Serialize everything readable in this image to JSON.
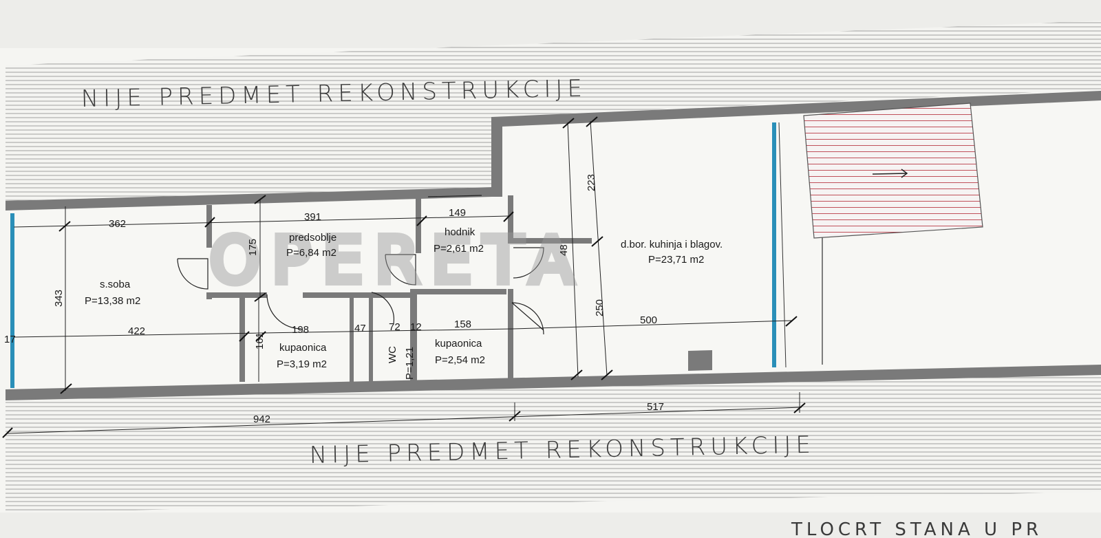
{
  "banners": {
    "top": "NIJE PREDMET REKONSTRUKCIJE",
    "bottom": "NIJE PREDMET REKONSTRUKCIJE"
  },
  "watermark": "OPERETA",
  "footer_partial": "TLOCRT STANA U PR",
  "rooms": {
    "soba": {
      "name": "s.soba",
      "area": "P=13,38 m2"
    },
    "predsoblje": {
      "name": "predsoblje",
      "area": "P=6,84 m2"
    },
    "hodnik": {
      "name": "hodnik",
      "area": "P=2,61 m2"
    },
    "dnevni": {
      "name": "d.bor. kuhinja i blagov.",
      "area": "P=23,71 m2"
    },
    "kupaonica1": {
      "name": "kupaonica",
      "area": "P=3,19 m2"
    },
    "wc": {
      "name": "WC",
      "area": "P=1,21"
    },
    "kupaonica2": {
      "name": "kupaonica",
      "area": "P=2,54 m2"
    }
  },
  "dimensions": {
    "d362": "362",
    "d391": "391",
    "d149": "149",
    "d223": "223",
    "d175": "175",
    "d48": "48",
    "d343": "343",
    "d422": "422",
    "d198": "198",
    "d47": "47",
    "d72": "72",
    "d12": "12",
    "d158": "158",
    "d161": "161",
    "d250": "250",
    "d500": "500",
    "d17": "17",
    "d942": "942",
    "d517": "517"
  },
  "colors": {
    "wall": "#6e6e6e",
    "window": "#2a8fb8",
    "stair_hatch": "#c0505a",
    "hatch": "#8a8a8a",
    "paper": "#f5f5f2"
  }
}
